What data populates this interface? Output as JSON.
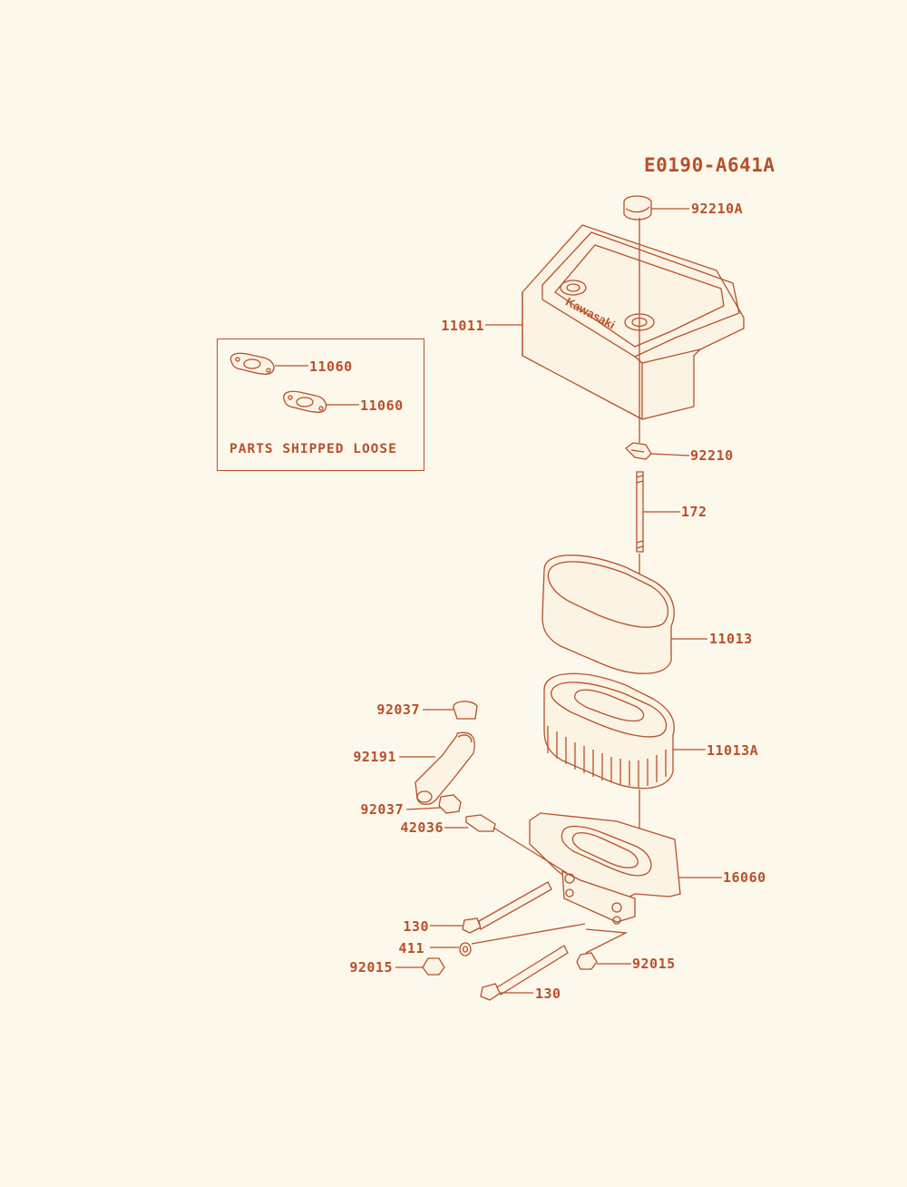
{
  "diagram_code": "E0190-A641A",
  "loose_parts_note": "PARTS SHIPPED LOOSE",
  "brand_logo": "Kawasaki",
  "line_color": "#b8502a",
  "background_color": "#fdf8ec",
  "callouts": {
    "cap_top": "92210A",
    "cover": "11011",
    "gasket_1": "11060",
    "gasket_2": "11060",
    "wing_nut": "92210",
    "stud": "172",
    "pre_cleaner": "11013",
    "clamp_upper": "92037",
    "breather_hose": "92191",
    "element": "11013A",
    "clamp_lower": "92037",
    "pipe": "42036",
    "base": "16060",
    "bolt_upper": "130",
    "washer": "411",
    "nut_left": "92015",
    "nut_right": "92015",
    "bolt_lower": "130"
  }
}
